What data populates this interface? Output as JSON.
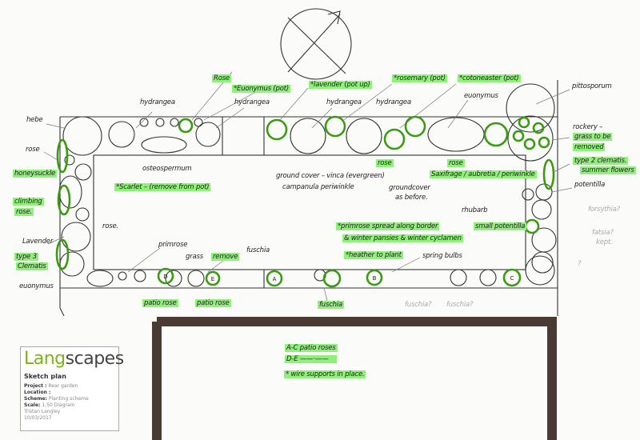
{
  "legend": {
    "brand_a": "Lang",
    "brand_b": "scapes",
    "title": "Sketch plan",
    "project_label": "Project :",
    "project_value": "Rear garden",
    "location_label": "Location :",
    "scheme_label": "Scheme:",
    "scheme_value": "Planting scheme",
    "scale_label": "Scale:",
    "scale_value": "1:50 Diagram",
    "author": "Tristan Langley",
    "date": "10/03/2017"
  },
  "colors": {
    "highlight": "#8ff07a",
    "green_plant": "#3a9a12",
    "patio_border": "#4a3a34",
    "ink": "#222222"
  },
  "labels": {
    "hebe": "hebe",
    "rose_left": "rose",
    "honeysuckle": "honeysuckle",
    "climbing": "climbing",
    "climbing_rose": "rose.",
    "lavender_left": "Lavender",
    "type3": "type 3",
    "clematis3": "Clematis",
    "euonymus_left": "euonymus",
    "osteospermum": "osteospermum",
    "scarlet": "*Scarlet – (remove from pot)",
    "rose_inner": "rose.",
    "primrose": "primrose",
    "grass": "grass",
    "remove": "remove",
    "fuschia_top": "fuschia",
    "patio_rose_1": "patio rose",
    "patio_rose_2": "patio rose",
    "hydrangea_1": "hydrangea",
    "rose_top": "Rose",
    "euonymus_pot": "*Euonymus (pot)",
    "hydrangea_2": "hydrangea",
    "lavender_pot": "*lavender (pot up)",
    "hydrangea_3": "hydrangea",
    "hydrangea_4": "hydrangea",
    "rosemary_pot": "*rosemary (pot)",
    "cotoneaster_pot": "*cotoneaster (pot)",
    "euonymus_top": "euonymus",
    "pittosporum": "pittosporum",
    "groundcover_1": "ground cover – vinca (evergreen)",
    "groundcover_2": "campanula periwinkle",
    "rose_mid": "rose",
    "groundcover_before_1": "groundcover",
    "groundcover_before_2": "as before.",
    "rose_right": "rose",
    "saxifrage": "Saxifrage / aubretia / periwinkle",
    "rhubarb": "rhubarb",
    "small_potentilla": "small potentilla",
    "primrose_spread": "*primrose spread along border",
    "winter_pansies": "& winter pansies & winter cyclamen",
    "heather": "*heather to plant",
    "spring_bulbs": "spring bulbs",
    "fuschia_bottom": "fuschia",
    "fuschia_q1": "fuschia?",
    "fuschia_q2": "fuschia?",
    "rockery_1": "rockery –",
    "rockery_2": "grass to be",
    "rockery_3": "removed",
    "type2_1": "type 2 clematis.",
    "type2_2": "summer flowers",
    "potentilla": "potentilla",
    "forsythia": "forsythia?",
    "fatsia_1": "fatsia?",
    "fatsia_2": "kept.",
    "question": "?"
  },
  "markers": {
    "a": "A",
    "b": "B",
    "c": "C",
    "d": "D",
    "e": "E"
  },
  "notes": {
    "ac": "A-C  patio roses",
    "de": "D-E  ——·——",
    "wire": "* wire supports in place."
  }
}
